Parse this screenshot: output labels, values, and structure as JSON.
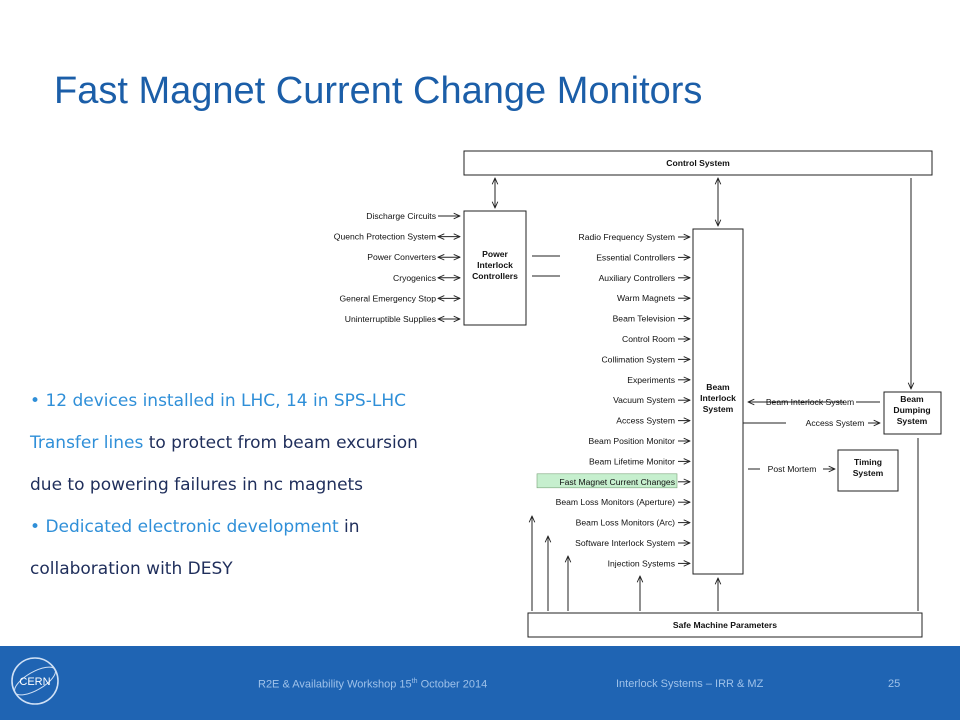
{
  "slide": {
    "title": "Fast Magnet Current Change Monitors",
    "bullets": [
      {
        "highlight": "12 devices installed in LHC, 14 in SPS-LHC Transfer lines",
        "rest": " to protect from beam excursion due to powering failures in nc magnets"
      },
      {
        "highlight": "Dedicated electronic development",
        "rest": " in collaboration with DESY"
      }
    ]
  },
  "diagram": {
    "control_system": "Control System",
    "safe_machine_parameters": "Safe Machine Parameters",
    "power_interlock_controllers": [
      "Power",
      "Interlock",
      "Controllers"
    ],
    "power_inputs": [
      "Discharge Circuits",
      "Quench Protection System",
      "Power Converters",
      "Cryogenics",
      "General Emergency Stop",
      "Uninterruptible Supplies"
    ],
    "beam_interlock_system": [
      "Beam",
      "Interlock",
      "System"
    ],
    "bis_inputs": [
      "Radio Frequency System",
      "Essential Controllers",
      "Auxiliary Controllers",
      "Warm Magnets",
      "Beam Television",
      "Control Room",
      "Collimation System",
      "Experiments",
      "Vacuum System",
      "Access System",
      "Beam Position Monitor",
      "Beam Lifetime Monitor",
      "Fast Magnet Current Changes",
      "Beam Loss Monitors (Aperture)",
      "Beam Loss Monitors (Arc)",
      "Software Interlock System",
      "Injection Systems"
    ],
    "highlighted_input": "Fast Magnet Current Changes",
    "beam_dumping_system": [
      "Beam",
      "Dumping",
      "System"
    ],
    "timing_system": [
      "Timing",
      "System"
    ],
    "dump_links": [
      "Beam Interlock System",
      "Access System"
    ],
    "post_mortem": "Post Mortem",
    "highlight_color": "#c6efce"
  },
  "footer": {
    "left": "R2E & Availability Workshop 15",
    "left_sup": "th",
    "left_rest": " October 2014",
    "center": "Interlock Systems – IRR & MZ",
    "page": "25",
    "logo_text": "CERN",
    "logo_icon": "cern-logo-icon"
  }
}
